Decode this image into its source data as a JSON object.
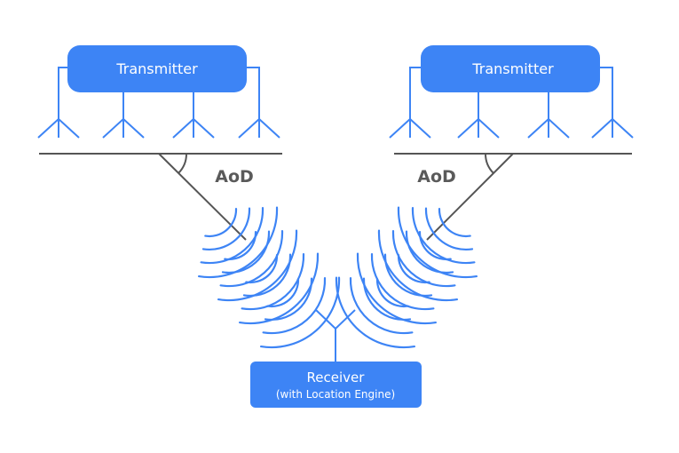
{
  "colors": {
    "blue": "#3d84f5",
    "gray": "#555555",
    "white": "#ffffff"
  },
  "transmitters": [
    {
      "label": "Transmitter",
      "angle_label": "AoD"
    },
    {
      "label": "Transmitter",
      "angle_label": "AoD"
    }
  ],
  "receiver": {
    "title": "Receiver",
    "subtitle": "(with Location Engine)"
  }
}
